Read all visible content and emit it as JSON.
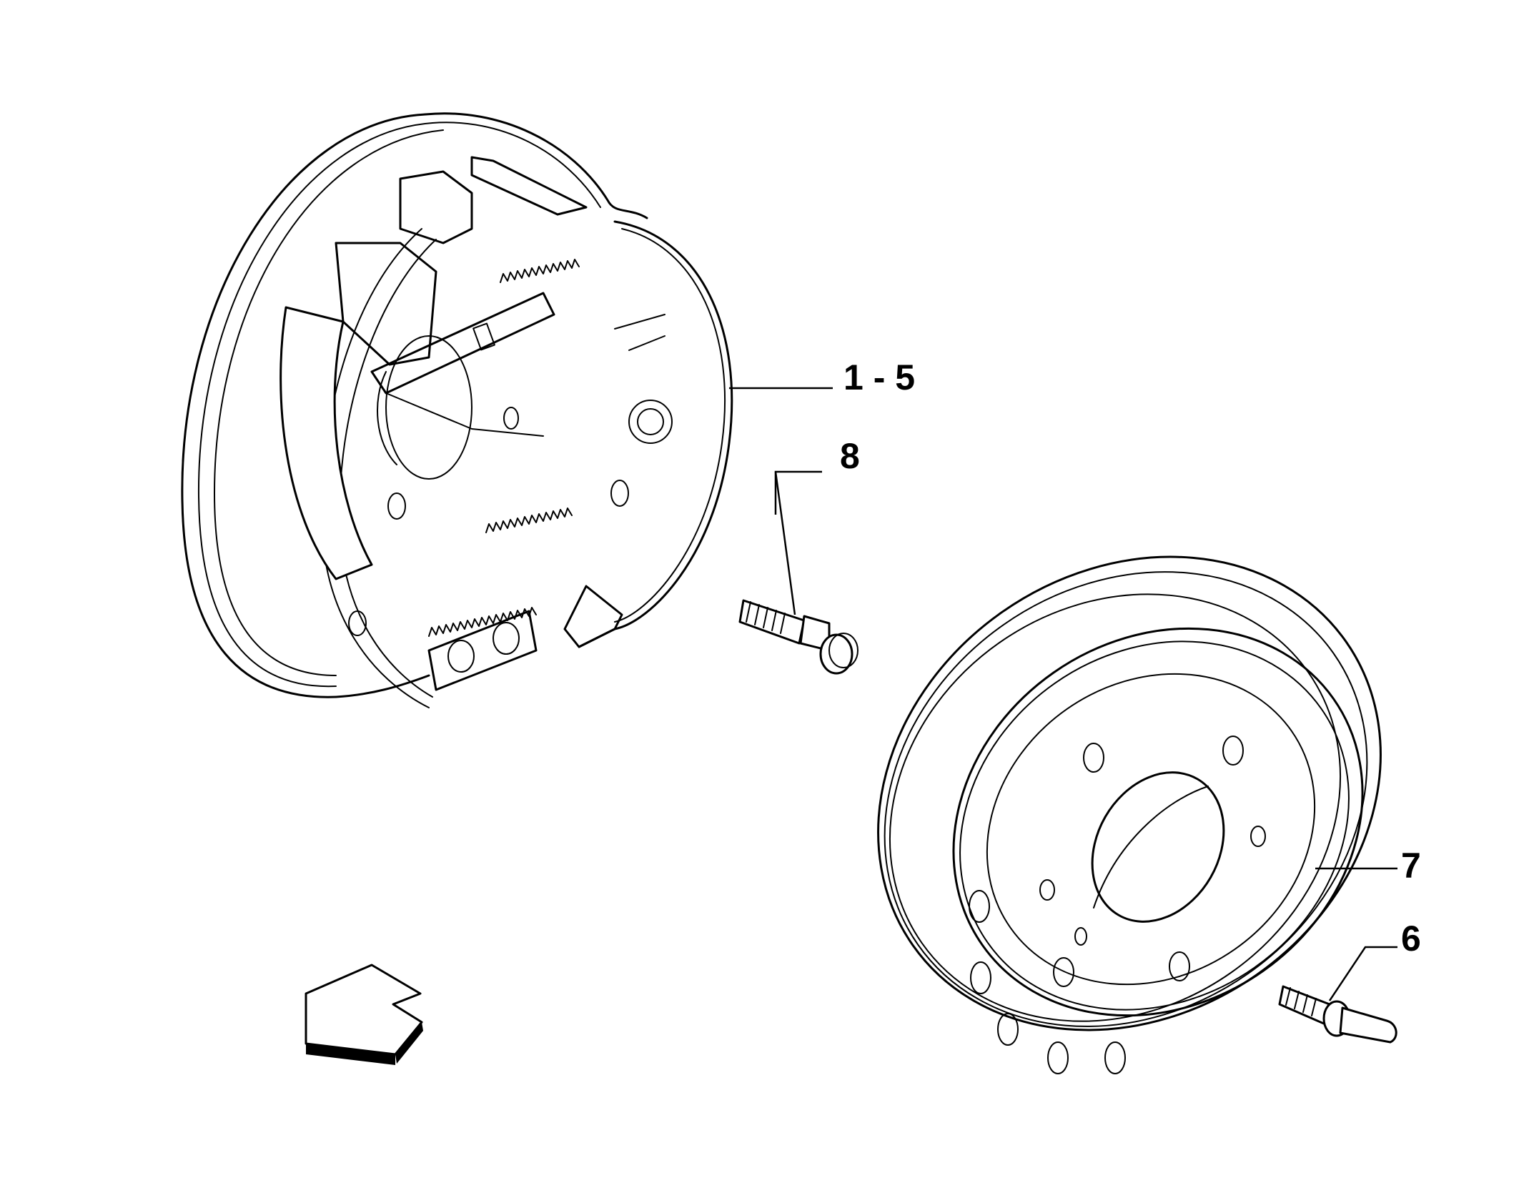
{
  "callouts": {
    "brake_assembly": "1 - 5",
    "backplate_bolt": "8",
    "brake_drum": "7",
    "drum_screw": "6"
  },
  "colors": {
    "line": "#000000",
    "background": "#ffffff"
  },
  "icons": {
    "direction": "direction-arrow-icon"
  }
}
